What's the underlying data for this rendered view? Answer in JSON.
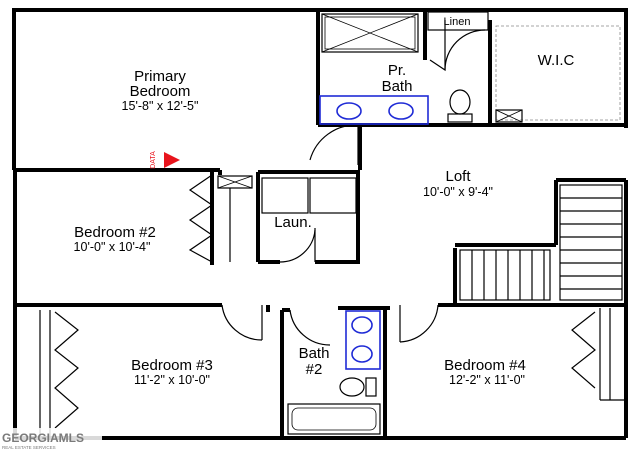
{
  "rooms": {
    "primary_bedroom": {
      "name_line1": "Primary",
      "name_line2": "Bedroom",
      "dimensions": "15'-8\" x 12'-5\""
    },
    "primary_bath": {
      "name_line1": "Pr.",
      "name_line2": "Bath"
    },
    "linen": {
      "name": "Linen"
    },
    "wic": {
      "name": "W.I.C"
    },
    "loft": {
      "name": "Loft",
      "dimensions": "10'-0\" x 9'-4\""
    },
    "bedroom2": {
      "name": "Bedroom #2",
      "dimensions": "10'-0\" x 10'-4\""
    },
    "laundry": {
      "name": "Laun."
    },
    "bath2": {
      "name_line1": "Bath",
      "name_line2": "#2"
    },
    "bedroom3": {
      "name": "Bedroom #3",
      "dimensions": "11'-2\" x 10'-0\""
    },
    "bedroom4": {
      "name": "Bedroom #4",
      "dimensions": "12'-2\" x 11'-0\""
    }
  },
  "data_marker": {
    "label": "DATA",
    "color": "#e8141c"
  },
  "watermark": {
    "brand": "GEORGIAMLS",
    "tagline": "REAL ESTATE SERVICES"
  },
  "colors": {
    "wall": "#000000",
    "fixture": "#1f2bd6"
  }
}
